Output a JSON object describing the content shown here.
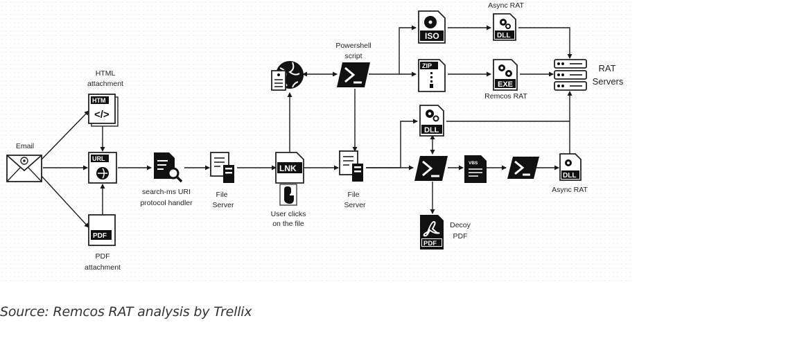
{
  "nodes": {
    "email": "Email",
    "html_attachment": [
      "HTML",
      "attachment"
    ],
    "pdf_attachment": [
      "PDF",
      "attachment"
    ],
    "search_ms": [
      "search-ms URI",
      "protocol handler"
    ],
    "file_server_1": [
      "File",
      "Server"
    ],
    "user_clicks": [
      "User clicks",
      "on the file"
    ],
    "file_server_2": [
      "File",
      "Server"
    ],
    "powershell_script": [
      "Powershell",
      "script"
    ],
    "async_rat_top": "Async RAT",
    "remcos_rat": "Remcos RAT",
    "rat_servers": [
      "RAT",
      "Servers"
    ],
    "async_rat_bottom": "Async RAT",
    "decoy_pdf": [
      "Decoy",
      "PDF"
    ]
  },
  "icons": {
    "htm": "HTM",
    "url": "URL",
    "pdf": "PDF",
    "lnk": "LNK",
    "iso": "ISO",
    "zip": "ZIP",
    "dll": "DLL",
    "exe": "EXE",
    "vbs": "VBS",
    "pdf_decoy": "PDF"
  },
  "caption": "Source: Remcos RAT analysis by Trellix"
}
